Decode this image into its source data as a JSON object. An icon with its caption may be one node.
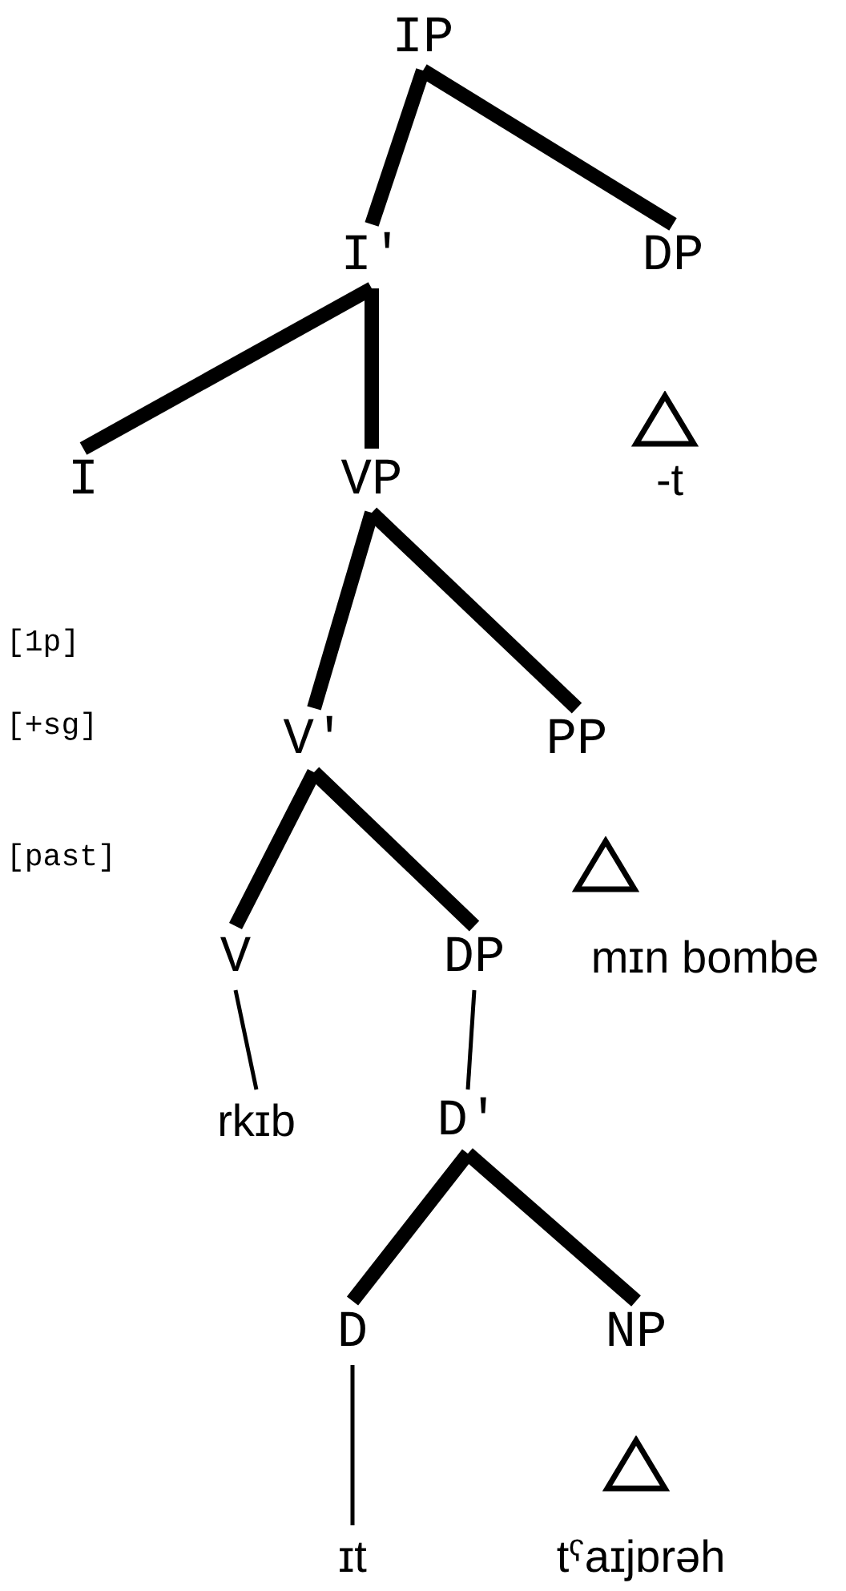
{
  "diagram": {
    "nodes": [
      {
        "text": [
          "IP"
        ]
      },
      {
        "text": [
          "I'"
        ]
      },
      {
        "text": [
          "DP"
        ]
      },
      {
        "text": [],
        "shape": "triangle"
      },
      {
        "text": [
          "I"
        ]
      },
      {
        "text": [
          "VP"
        ]
      },
      {
        "text": [
          "-t"
        ]
      },
      {
        "text": [
          "V'"
        ]
      },
      {
        "text": [
          "PP"
        ]
      },
      {
        "text": [],
        "shape": "triangle"
      },
      {
        "text": [
          "V"
        ]
      },
      {
        "text": [
          "DP"
        ]
      },
      {
        "text": [
          "mɪn bombe"
        ]
      },
      {
        "text": [
          "rkɪb"
        ]
      },
      {
        "text": [
          "D'"
        ]
      },
      {
        "text": [
          "D"
        ]
      },
      {
        "text": [
          "NP"
        ]
      },
      {
        "text": [],
        "shape": "triangle"
      },
      {
        "text": [
          "ɪt"
        ]
      },
      {
        "text": [
          "tˁaɪjɒrəh"
        ]
      }
    ],
    "edges": [
      {
        "from": 0,
        "to": 1,
        "arrow": "none"
      },
      {
        "from": 0,
        "to": 2,
        "arrow": "none"
      },
      {
        "from": 1,
        "to": 4,
        "arrow": "none"
      },
      {
        "from": 1,
        "to": 5,
        "arrow": "none"
      },
      {
        "from": 5,
        "to": 7,
        "arrow": "none"
      },
      {
        "from": 5,
        "to": 8,
        "arrow": "none"
      },
      {
        "from": 7,
        "to": 10,
        "arrow": "none"
      },
      {
        "from": 7,
        "to": 11,
        "arrow": "none"
      },
      {
        "from": 10,
        "to": 13,
        "arrow": "none"
      },
      {
        "from": 11,
        "to": 14,
        "arrow": "none"
      },
      {
        "from": 14,
        "to": 15,
        "arrow": "none"
      },
      {
        "from": 14,
        "to": 16,
        "arrow": "none"
      },
      {
        "from": 15,
        "to": 18,
        "arrow": "none"
      }
    ],
    "labels": [
      "[1p]",
      "[+sg]",
      "[past]"
    ]
  }
}
